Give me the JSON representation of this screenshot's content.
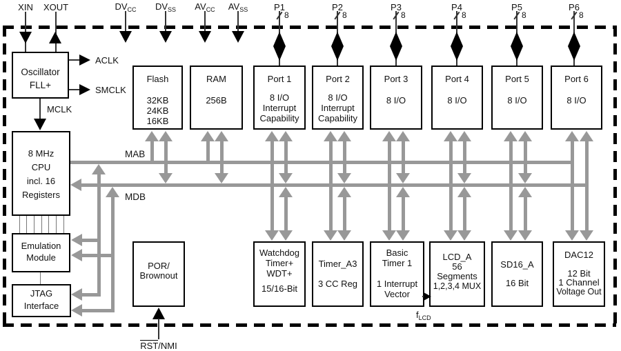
{
  "pins": {
    "xin": "XIN",
    "xout": "XOUT",
    "supplies": [
      {
        "base": "DV",
        "sub": "CC"
      },
      {
        "base": "DV",
        "sub": "SS"
      },
      {
        "base": "AV",
        "sub": "CC"
      },
      {
        "base": "AV",
        "sub": "SS"
      }
    ],
    "ports": [
      {
        "label": "P1",
        "width": "8"
      },
      {
        "label": "P2",
        "width": "8"
      },
      {
        "label": "P3",
        "width": "8"
      },
      {
        "label": "P4",
        "width": "8"
      },
      {
        "label": "P5",
        "width": "8"
      },
      {
        "label": "P6",
        "width": "8"
      }
    ],
    "reset": {
      "overlined": "RST",
      "rest": "/NMI"
    }
  },
  "clocks": {
    "aclk": "ACLK",
    "smclk": "SMCLK",
    "mclk": "MCLK"
  },
  "buses": {
    "address": "MAB",
    "data": "MDB"
  },
  "signals": {
    "flcd_base": "f",
    "flcd_sub": "LCD"
  },
  "blocks": {
    "oscillator": {
      "line1": "Oscillator",
      "line2": "FLL+"
    },
    "cpu": {
      "line1": "8 MHz",
      "line2": "CPU",
      "line3": "incl. 16",
      "line4": "Registers"
    },
    "emulation": {
      "line1": "Emulation",
      "line2": "Module"
    },
    "jtag": {
      "line1": "JTAG",
      "line2": "Interface"
    },
    "por": {
      "line1": "POR/",
      "line2": "Brownout"
    },
    "flash": {
      "title": "Flash",
      "sizes": [
        "32KB",
        "24KB",
        "16KB"
      ]
    },
    "ram": {
      "title": "RAM",
      "size": "256B"
    },
    "port1": {
      "title": "Port 1",
      "line1": "8 I/O",
      "line2": "Interrupt",
      "line3": "Capability"
    },
    "port2": {
      "title": "Port 2",
      "line1": "8 I/O",
      "line2": "Interrupt",
      "line3": "Capability"
    },
    "port3": {
      "title": "Port 3",
      "line1": "8 I/O"
    },
    "port4": {
      "title": "Port 4",
      "line1": "8 I/O"
    },
    "port5": {
      "title": "Port 5",
      "line1": "8 I/O"
    },
    "port6": {
      "title": "Port 6",
      "line1": "8 I/O"
    },
    "watchdog": {
      "line1": "Watchdog",
      "line2": "Timer+",
      "line3": "WDT+",
      "detail": "15/16-Bit"
    },
    "timer_a3": {
      "title": "Timer_A3",
      "detail": "3 CC Reg"
    },
    "basic_timer": {
      "line1": "Basic",
      "line2": "Timer 1",
      "detail1": "1 Interrupt",
      "detail2": "Vector"
    },
    "lcd_a": {
      "line1": "LCD_A",
      "line2": "56",
      "line3": "Segments",
      "line4": "1,2,3,4 MUX"
    },
    "sd16": {
      "title": "SD16_A",
      "detail": "16 Bit"
    },
    "dac12": {
      "title": "DAC12",
      "detail1": "12 Bit",
      "detail2": "1 Channel",
      "detail3": "Voltage Out"
    }
  },
  "colors": {
    "bus": "#989898",
    "line": "#000000"
  }
}
